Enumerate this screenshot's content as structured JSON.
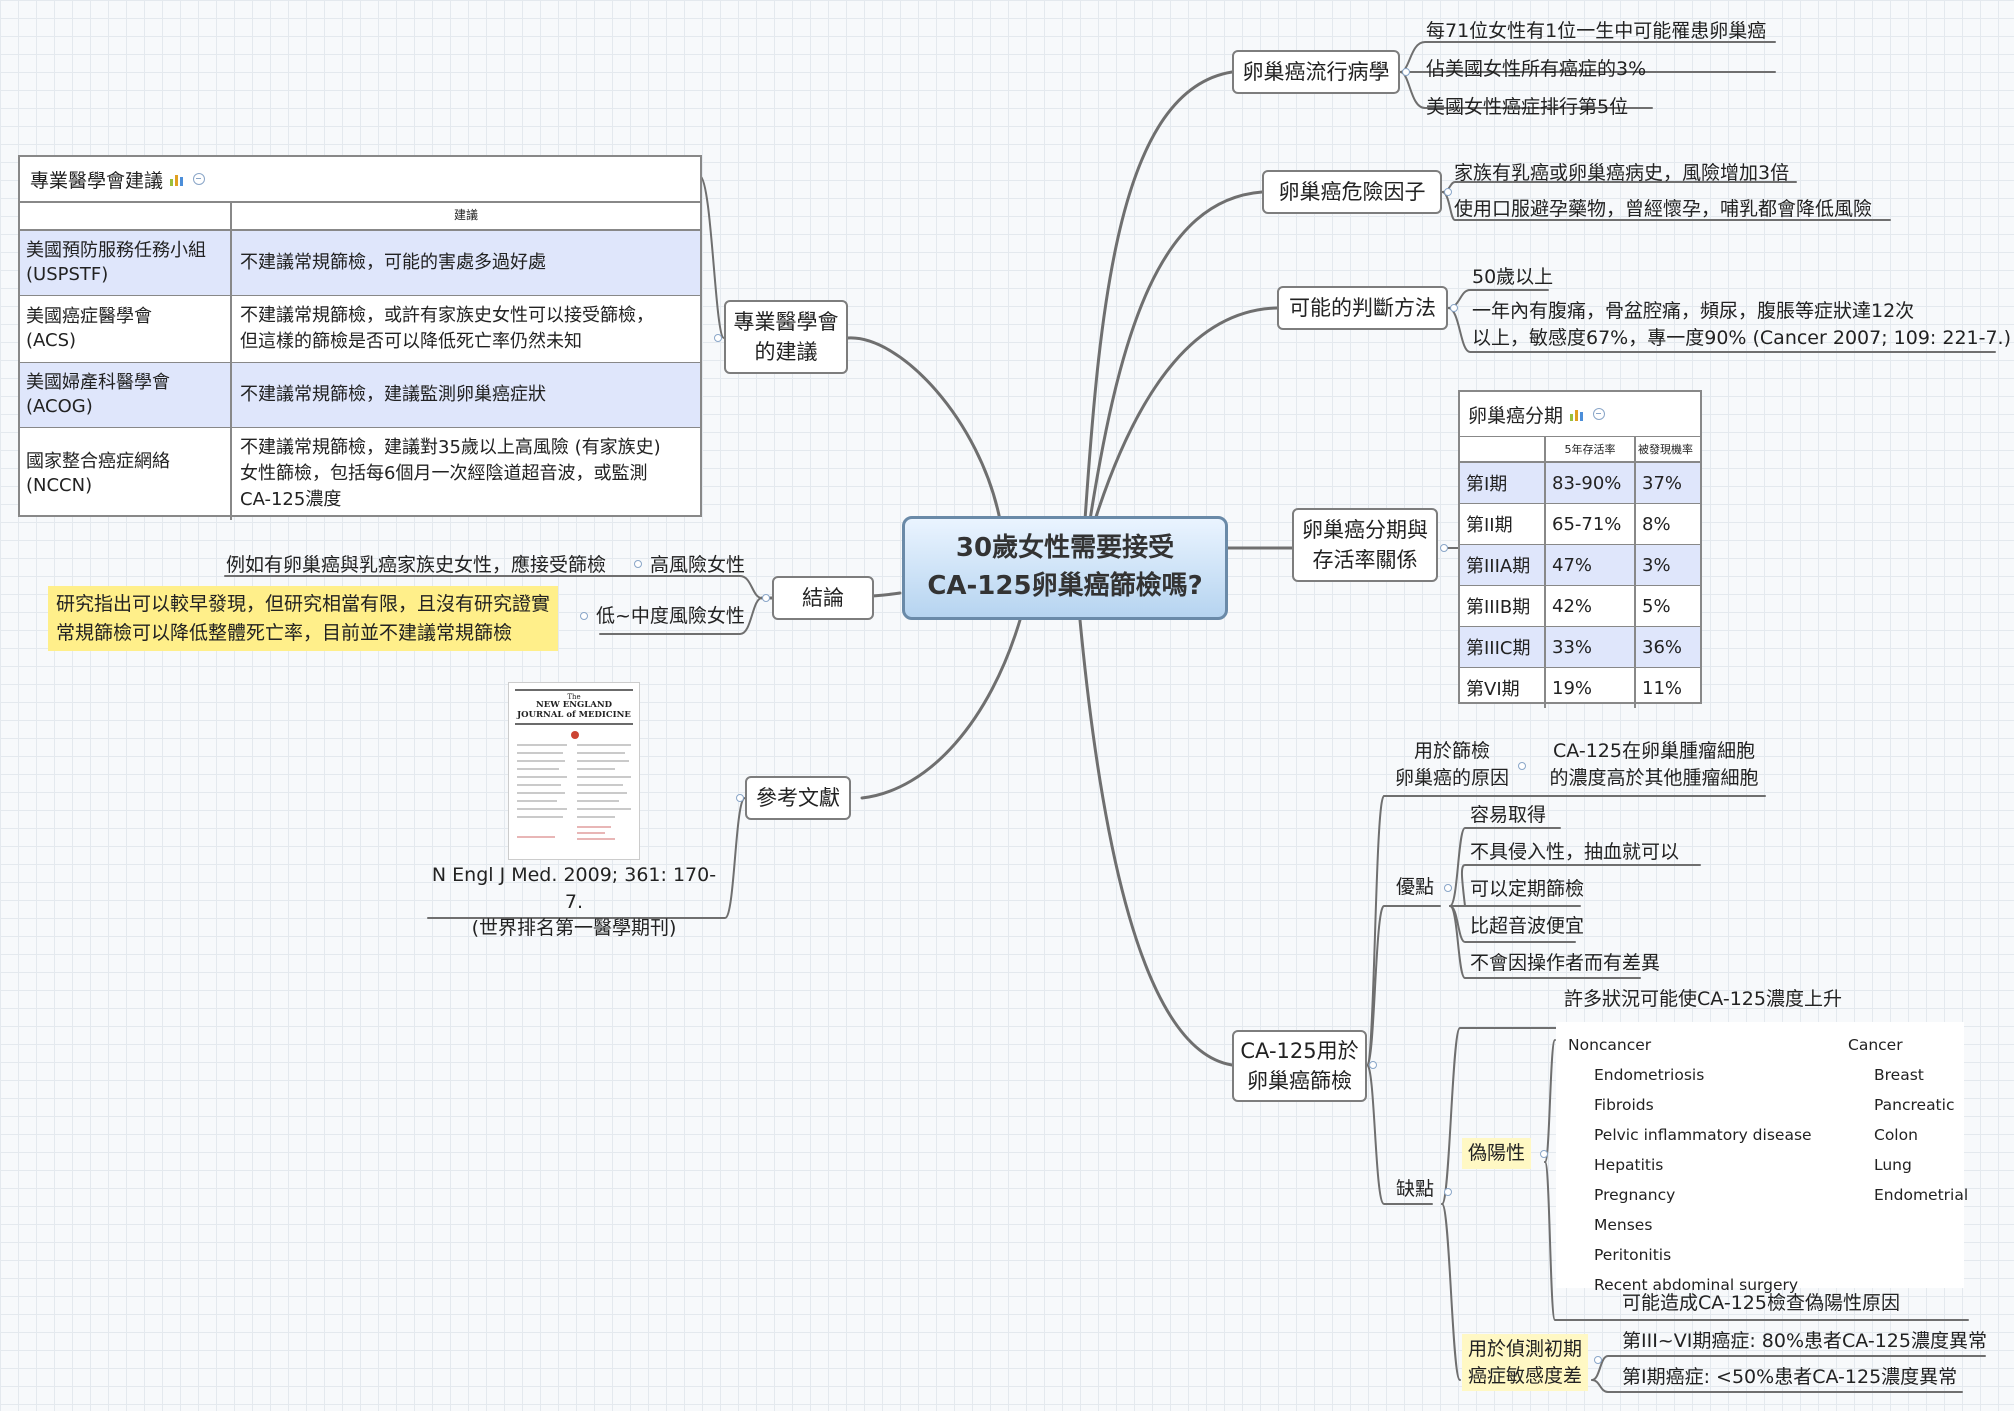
{
  "central": {
    "title": "30歲女性需要接受\nCA-125卵巢癌篩檢嗎?"
  },
  "epidemiology": {
    "label": "卵巢癌流行病學",
    "items": [
      "每71位女性有1位一生中可能罹患卵巢癌",
      "佔美國女性所有癌症的3%",
      "美國女性癌症排行第5位"
    ]
  },
  "risk": {
    "label": "卵巢癌危險因子",
    "items": [
      "家族有乳癌或卵巢癌病史，風險增加3倍",
      "使用口服避孕藥物，曾經懷孕，哺乳都會降低風險"
    ]
  },
  "diagnosis": {
    "label": "可能的判斷方法",
    "items": [
      "50歲以上",
      "一年內有腹痛，骨盆腔痛，頻尿，腹脹等症狀達12次\n以上，敏感度67%，專一度90% (Cancer 2007; 109: 221-7.)"
    ]
  },
  "staging": {
    "label": "卵巢癌分期與\n存活率關係",
    "table": {
      "title": "卵巢癌分期",
      "headers": [
        "",
        "5年存活率",
        "被發現機率"
      ],
      "rows": [
        [
          "第I期",
          "83-90%",
          "37%"
        ],
        [
          "第II期",
          "65-71%",
          "8%"
        ],
        [
          "第IIIA期",
          "47%",
          "3%"
        ],
        [
          "第IIIB期",
          "42%",
          "5%"
        ],
        [
          "第IIIC期",
          "33%",
          "36%"
        ],
        [
          "第VI期",
          "19%",
          "11%"
        ]
      ]
    }
  },
  "ca125": {
    "label": "CA-125用於\n卵巢癌篩檢",
    "reason": {
      "label": "用於篩檢\n卵巢癌的原因",
      "text": "CA-125在卵巢腫瘤細胞\n的濃度高於其他腫瘤細胞"
    },
    "advantages": {
      "label": "優點",
      "items": [
        "容易取得",
        "不具侵入性，抽血就可以",
        "可以定期篩檢",
        "比超音波便宜",
        "不會因操作者而有差異"
      ]
    },
    "disadvantages": {
      "label": "缺點",
      "false_positive": {
        "label": "偽陽性",
        "header": "許多狀況可能使CA-125濃度上升",
        "noncancer_title": "Noncancer",
        "noncancer": [
          "Endometriosis",
          "Fibroids",
          "Pelvic inflammatory disease",
          "Hepatitis",
          "Pregnancy",
          "Menses",
          "Peritonitis",
          "Recent abdominal surgery"
        ],
        "cancer_title": "Cancer",
        "cancer": [
          "Breast",
          "Pancreatic",
          "Colon",
          "Lung",
          "Endometrial"
        ],
        "footer": "可能造成CA-125檢查偽陽性原因"
      },
      "sensitivity": {
        "label": "用於偵測初期\n癌症敏感度差",
        "items": [
          "第III~VI期癌症: 80%患者CA-125濃度異常",
          "第I期癌症: <50%患者CA-125濃度異常"
        ]
      }
    }
  },
  "professional": {
    "label": "專業醫學會\n的建議",
    "table": {
      "title": "專業醫學會建議",
      "col_header": "建議",
      "rows": [
        [
          "美國預防服務任務小組\n(USPSTF)",
          "不建議常規篩檢，可能的害處多過好處"
        ],
        [
          "美國癌症醫學會\n(ACS)",
          "不建議常規篩檢，或許有家族史女性可以接受篩檢，\n但這樣的篩檢是否可以降低死亡率仍然未知"
        ],
        [
          "美國婦產科醫學會\n(ACOG)",
          "不建議常規篩檢，建議監測卵巢癌症狀"
        ],
        [
          "國家整合癌症網絡\n(NCCN)",
          "不建議常規篩檢，建議對35歲以上高風險 (有家族史)\n女性篩檢，包括每6個月一次經陰道超音波，或監測\nCA-125濃度"
        ]
      ]
    }
  },
  "conclusion": {
    "label": "結論",
    "high_risk": {
      "label": "高風險女性",
      "text": "例如有卵巢癌與乳癌家族史女性，應接受篩檢"
    },
    "low_risk": {
      "label": "低~中度風險女性",
      "text": "研究指出可以較早發現，但研究相當有限，且沒有研究證實\n常規篩檢可以降低整體死亡率，目前並不建議常規篩檢"
    }
  },
  "reference": {
    "label": "參考文獻",
    "journal_top": "The",
    "journal_name": "NEW ENGLAND\nJOURNAL of MEDICINE",
    "citation": "N Engl J Med. 2009; 361: 170-7.\n(世界排名第一醫學期刊)"
  },
  "colors": {
    "branch": "#6f6f6f",
    "central_border": "#6a8aa8",
    "highlight": "#dfe6fb",
    "yellow": "#ffef8a"
  }
}
